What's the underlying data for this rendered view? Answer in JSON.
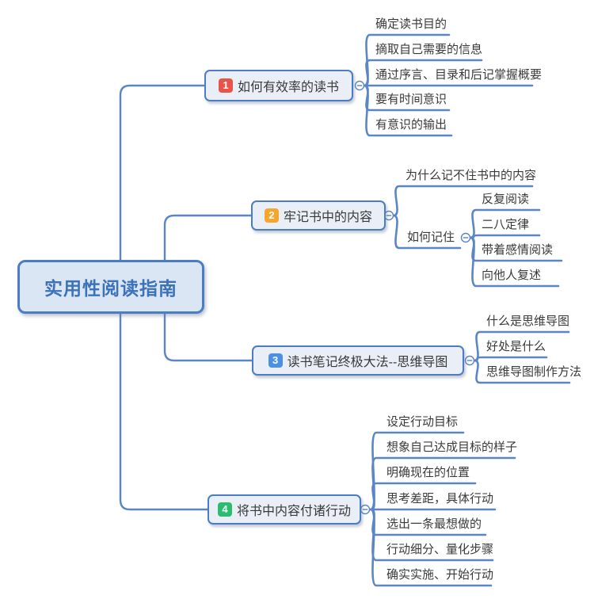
{
  "app": {
    "type": "mind-map",
    "background": "#ffffff"
  },
  "colors": {
    "line": "#5b86c5",
    "box_border": "#4a7dc4",
    "branch_fill": "#e9eef7",
    "central_fill": "#dbe6f4",
    "central_text": "#3b72b8",
    "leaf_text": "#3a3a3a",
    "badge_1": "#e8544a",
    "badge_2": "#f7a62d",
    "badge_3": "#4b90e2",
    "badge_4": "#2abd6d"
  },
  "icons": {
    "collapse": "minus-circle"
  },
  "central": {
    "label": "实用性阅读指南"
  },
  "branches": [
    {
      "badge": "1",
      "label": "如何有效率的读书",
      "children": [
        {
          "label": "确定读书目的"
        },
        {
          "label": "摘取自己需要的信息"
        },
        {
          "label": "通过序言、目录和后记掌握概要"
        },
        {
          "label": "要有时间意识"
        },
        {
          "label": "有意识的输出"
        }
      ]
    },
    {
      "badge": "2",
      "label": "牢记书中的内容",
      "children": [
        {
          "label": "为什么记不住书中的内容"
        },
        {
          "label": "如何记住",
          "children": [
            {
              "label": "反复阅读"
            },
            {
              "label": "二八定律"
            },
            {
              "label": "带着感情阅读"
            },
            {
              "label": "向他人复述"
            }
          ]
        }
      ]
    },
    {
      "badge": "3",
      "label": "读书笔记终极大法--思维导图",
      "children": [
        {
          "label": "什么是思维导图"
        },
        {
          "label": "好处是什么"
        },
        {
          "label": "思维导图制作方法"
        }
      ]
    },
    {
      "badge": "4",
      "label": "将书中内容付诸行动",
      "children": [
        {
          "label": "设定行动目标"
        },
        {
          "label": "想象自己达成目标的样子"
        },
        {
          "label": "明确现在的位置"
        },
        {
          "label": "思考差距，具体行动"
        },
        {
          "label": "选出一条最想做的"
        },
        {
          "label": "行动细分、量化步骤"
        },
        {
          "label": "确实实施、开始行动"
        }
      ]
    }
  ]
}
